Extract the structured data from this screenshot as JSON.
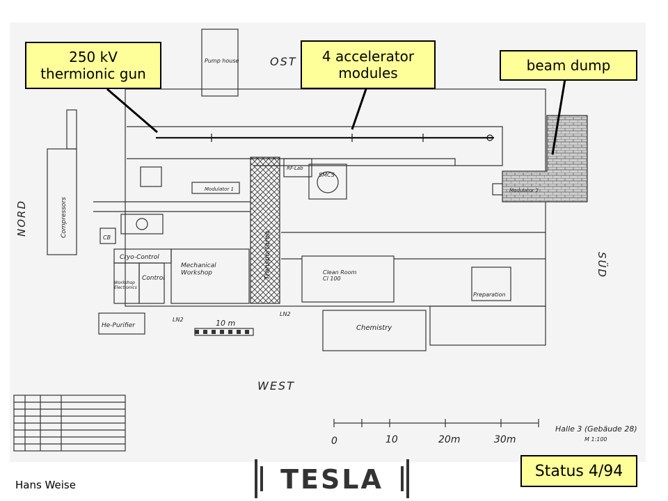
{
  "callouts": {
    "gun": "250 kV\nthermionic gun",
    "modules": "4 accelerator\nmodules",
    "dump": "beam dump"
  },
  "status": "Status 4/94",
  "author": "Hans Weise",
  "logo_text": "TESLA",
  "plan": {
    "directions": {
      "north": "NORD",
      "south": "SÜD",
      "east": "OST",
      "west": "WEST"
    },
    "rooms": {
      "pump_house": "Pump house",
      "compressors": "Compressors",
      "cryo_control": "Cryo-Control",
      "control": "Control",
      "mechanical_workshop": "Mechanical\nWorkshop",
      "workshop_electronics": "Workshop\nElectronics",
      "he_purifier": "He-Purifier",
      "transportarea": "Transportarea",
      "clean_room": "Clean Room\nCl 100",
      "chemistry": "Chemistry",
      "preparation": "Preparation",
      "modulator_1": "Modulator 1",
      "modulator_2": "Modulator 2",
      "rf_lab": "RF-Lab",
      "smcs": "SMCS",
      "cb": "CB",
      "ln2_a": "LN2",
      "ln2_b": "LN2"
    },
    "scale_small": "10 m",
    "scale_labels": [
      "0",
      "10",
      "20m",
      "30m"
    ],
    "hall_title": "Halle 3  (Gebäude 28)",
    "hall_scale": "M 1:100"
  },
  "accent": {
    "callout_fill": "#ffff99",
    "border": "#000000",
    "paper": "#f4f4f4",
    "ink": "#333333"
  }
}
